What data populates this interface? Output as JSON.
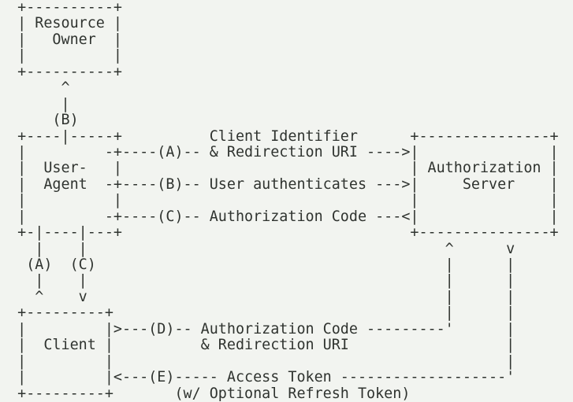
{
  "page": {
    "background_color": "#f2f4f0",
    "text_color": "#2f332f"
  },
  "diagram": {
    "type": "ascii-flow-diagram",
    "lines": [
      "  +----------+",
      "  | Resource |",
      "  |   Owner  |",
      "  |          |",
      "  +----------+",
      "       ^",
      "       |",
      "      (B)",
      "  +----|-----+          Client Identifier      +---------------+",
      "  |         -+----(A)-- & Redirection URI ---->|               |",
      "  |  User-   |                                 | Authorization |",
      "  |  Agent  -+----(B)-- User authenticates --->|     Server    |",
      "  |          |                                 |               |",
      "  |         -+----(C)-- Authorization Code ---<|               |",
      "  +-|----|---+                                 +---------------+",
      "    |    |                                         ^      v",
      "   (A)  (C)                                        |      |",
      "    |    |                                         |      |",
      "    ^    v                                         |      |",
      "  +---------+                                      |      |",
      "  |         |>---(D)-- Authorization Code ---------'      |",
      "  |  Client |          & Redirection URI                  |",
      "  |         |                                             |",
      "  |         |<---(E)----- Access Token -------------------'",
      "  +---------+       (w/ Optional Refresh Token)"
    ],
    "semantics": {
      "participants": [
        "Resource Owner",
        "User-Agent",
        "Authorization Server",
        "Client"
      ],
      "steps": {
        "A": "Client Identifier & Redirection URI",
        "B": "User authenticates",
        "C": "Authorization Code",
        "D": "Authorization Code & Redirection URI",
        "E": "Access Token (w/ Optional Refresh Token)"
      }
    }
  }
}
